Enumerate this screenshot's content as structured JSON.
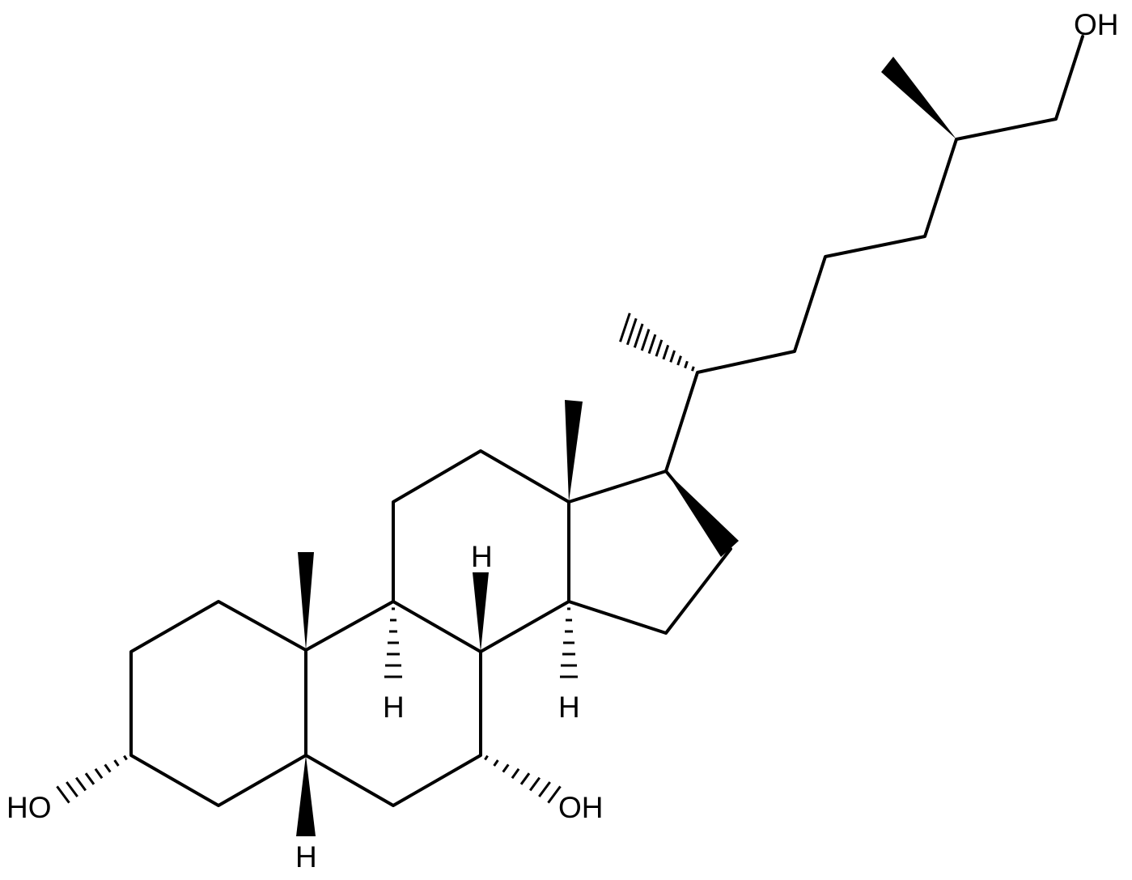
{
  "diagram": {
    "type": "skeletal-structure",
    "stroke_color": "#000000",
    "background": "#ffffff",
    "atom_labels": {
      "oh_c3": "HO",
      "oh_c7": "OH",
      "oh_c26": "OH",
      "h_c5": "H",
      "h_c8": "H",
      "h_c9": "H",
      "h_c14": "H"
    }
  }
}
